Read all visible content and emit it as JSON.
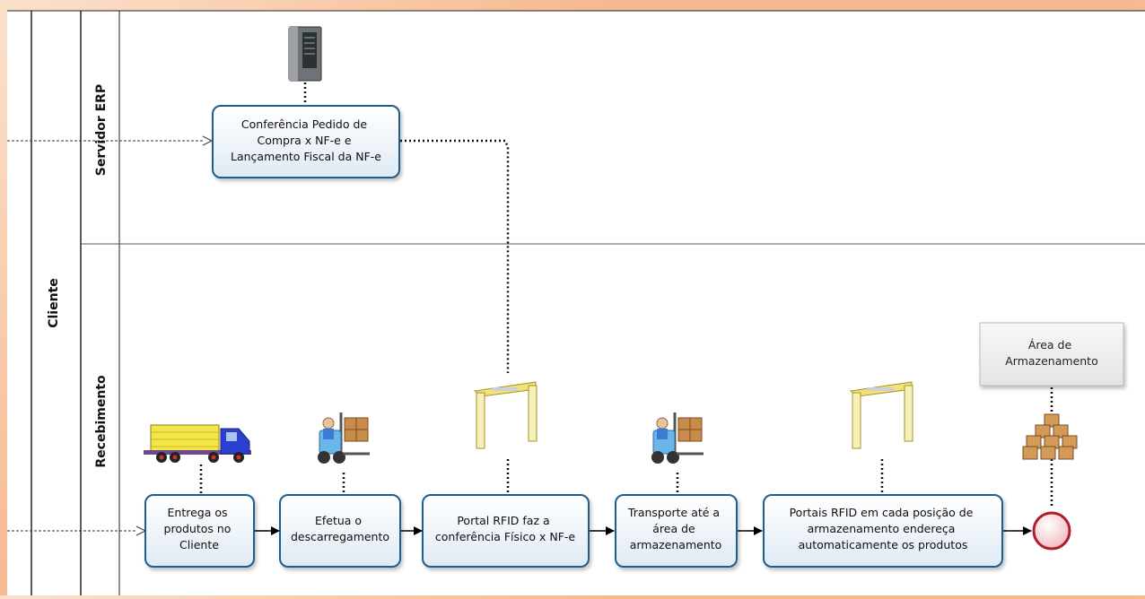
{
  "pool": {
    "label": "Cliente"
  },
  "lanes": [
    {
      "id": "servidor-erp",
      "label": "Servidor ERP"
    },
    {
      "id": "recebimento",
      "label": "Recebimento"
    }
  ],
  "tasks": [
    {
      "id": "conferencia",
      "lines": [
        "Conferência Pedido de",
        "Compra x NF-e e",
        "Lançamento Fiscal da NF-e"
      ]
    },
    {
      "id": "entrega",
      "lines": [
        "Entrega os",
        "produtos no",
        "Cliente"
      ]
    },
    {
      "id": "descarregamento",
      "lines": [
        "Efetua o",
        "descarregamento"
      ]
    },
    {
      "id": "portal-rfid",
      "lines": [
        "Portal RFID faz a",
        "conferência Físico x NF-e"
      ]
    },
    {
      "id": "transporte",
      "lines": [
        "Transporte até a",
        "área de",
        "armazenamento"
      ]
    },
    {
      "id": "portais-rfid",
      "lines": [
        "Portais RFID em cada posição de",
        "armazenamento endereça",
        "automaticamente os produtos"
      ]
    }
  ],
  "annotation": {
    "lines": [
      "Área de",
      "Armazenamento"
    ]
  },
  "icons": [
    "server-icon",
    "truck-icon",
    "forklift-icon",
    "rfid-portal-icon",
    "forklift-icon",
    "rfid-portal-icon",
    "boxes-icon"
  ],
  "end_event": {
    "name": "end-event"
  },
  "colors": {
    "task_stroke": "#1f5f8f",
    "task_fill_top": "#ffffff",
    "task_fill_bottom": "#dfeaf4",
    "end_fill": "#f6c9cf",
    "end_stroke": "#b01e2c"
  }
}
